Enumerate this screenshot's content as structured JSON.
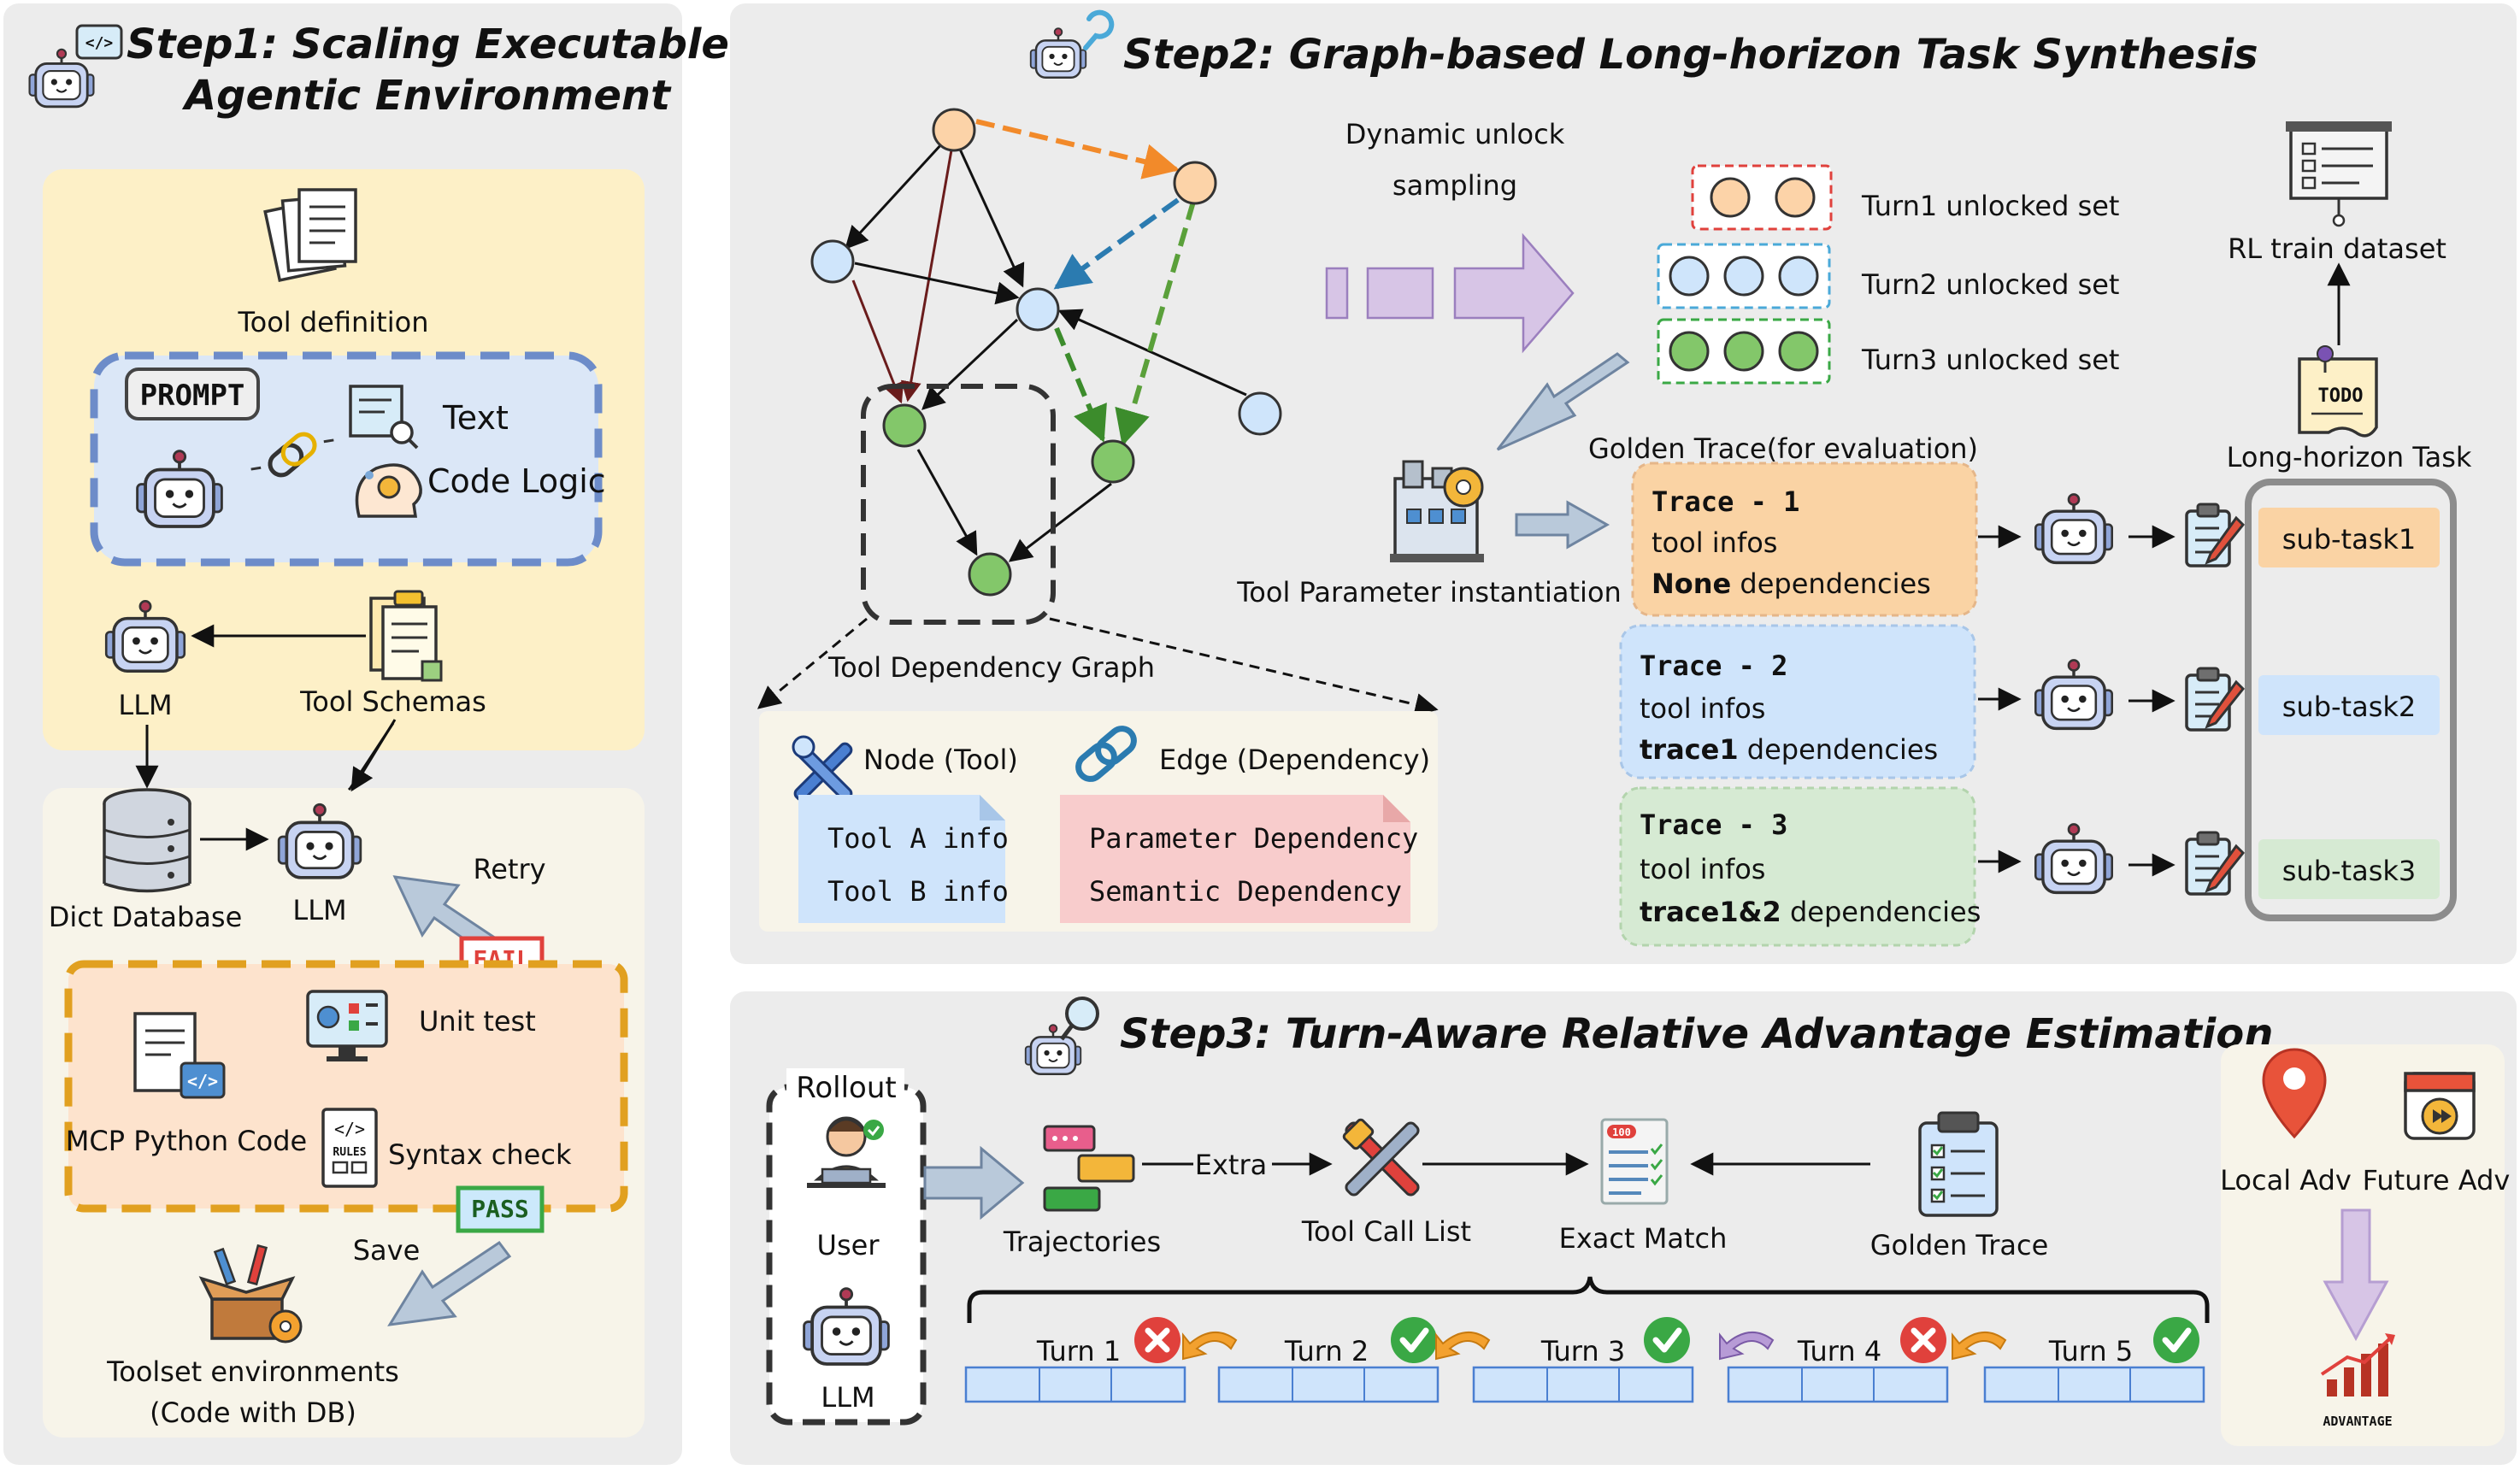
{
  "step1": {
    "title_line1": "Step1: Scaling Executable",
    "title_line2": "Agentic Environment",
    "tool_definition": "Tool definition",
    "prompt_tag": "PROMPT",
    "text_label": "Text",
    "code_logic_label": "Code Logic",
    "llm_label": "LLM",
    "tool_schemas_label": "Tool Schemas",
    "dict_database_label": "Dict Database",
    "llm2_label": "LLM",
    "retry_label": "Retry",
    "fail_tag": "FAIL",
    "unit_test_label": "Unit test",
    "mcp_code_label": "MCP Python Code",
    "syntax_check_label": "Syntax check",
    "rules_tag": "RULES",
    "pass_tag": "PASS",
    "save_label": "Save",
    "toolset_label_line1": "Toolset environments",
    "toolset_label_line2": "(Code with DB)"
  },
  "step2": {
    "title": "Step2: Graph-based Long-horizon Task Synthesis",
    "dynamic_unlock_line1": "Dynamic unlock",
    "dynamic_unlock_line2": "sampling",
    "turn1_set": "Turn1  unlocked set",
    "turn2_set": "Turn2 unlocked set",
    "turn3_set": "Turn3 unlocked set",
    "rl_dataset": "RL train dataset",
    "todo_tag": "TODO",
    "long_horizon": "Long-horizon Task",
    "golden_trace_title": "Golden Trace(for evaluation)",
    "tool_param_inst": "Tool Parameter instantiation",
    "graph_label": "Tool Dependency Graph",
    "legend_node": "Node (Tool)",
    "legend_edge": "Edge (Dependency)",
    "tool_a_info": "Tool  A  info",
    "tool_b_info": "Tool  B  info",
    "param_dep": "Parameter Dependency",
    "semantic_dep": "Semantic Dependency",
    "traces": [
      {
        "title": "Trace  -  1",
        "infos": "tool infos",
        "dep_bold": "None",
        "dep_rest": " dependencies",
        "subtask": "sub-task1"
      },
      {
        "title": "Trace  -  2",
        "infos": "tool infos",
        "dep_bold": "trace1",
        "dep_rest": " dependencies",
        "subtask": "sub-task2"
      },
      {
        "title": "Trace  -  3",
        "infos": "tool infos",
        "dep_bold": "trace1&2",
        "dep_rest": " dependencies",
        "subtask": "sub-task3"
      }
    ]
  },
  "step3": {
    "title": "Step3: Turn-Aware Relative Advantage Estimation",
    "rollout_label": "Rollout",
    "user_label": "User",
    "llm_label": "LLM",
    "trajectories_label": "Trajectories",
    "extra_label": "Extra",
    "tool_call_list_label": "Tool Call List",
    "exact_match_label": "Exact Match",
    "golden_trace_label": "Golden Trace",
    "local_adv_label": "Local Adv",
    "future_adv_label": "Future Adv",
    "advantage_tag": "ADVANTAGE",
    "score_tag": "100",
    "turns": [
      {
        "label": "Turn 1",
        "status": "fail"
      },
      {
        "label": "Turn 2",
        "status": "pass"
      },
      {
        "label": "Turn 3",
        "status": "pass"
      },
      {
        "label": "Turn 4",
        "status": "fail"
      },
      {
        "label": "Turn 5",
        "status": "pass"
      }
    ]
  },
  "colors": {
    "panel_bg": "#ececec",
    "yellow_box": "#fdf0c7",
    "cream_box": "#f7f4e9",
    "blue_dashed_bg": "#dbe7f7",
    "blue_dashed_stroke": "#6d8cc9",
    "orange_dashed_bg": "#fde3cd",
    "orange_dashed_stroke": "#e1a020",
    "node_orange": "#fcd3a8",
    "node_blue": "#cfe5fb",
    "node_green": "#83c76a",
    "trace1_bg": "#fad3a4",
    "trace2_bg": "#cfe4fb",
    "trace3_bg": "#d6ead3",
    "arrow_purple": "#d7c5e6",
    "arrow_steel": "#b9c9da",
    "check_green": "#3aa845",
    "fail_red": "#e0413c"
  }
}
